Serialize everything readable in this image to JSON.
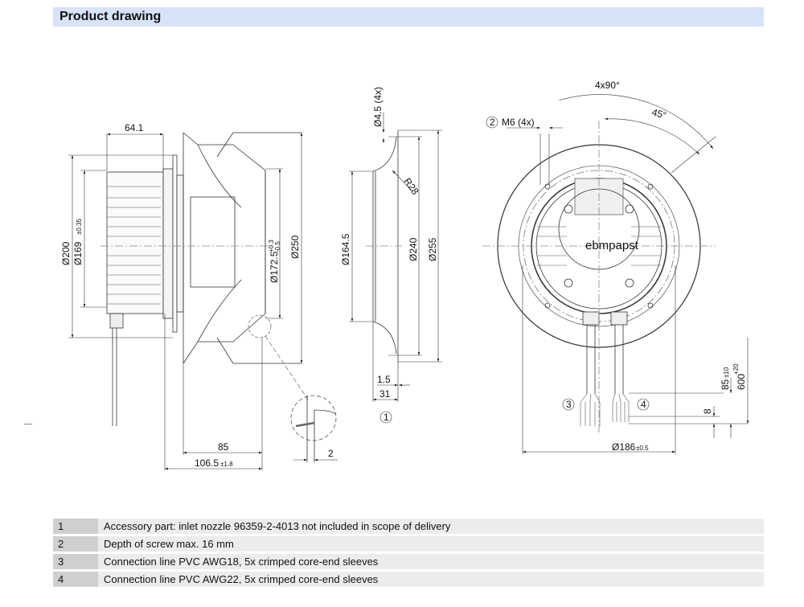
{
  "header": {
    "title": "Product drawing"
  },
  "side_view": {
    "dimensions": {
      "depth_motor": "64.1",
      "dia_outer": "Ø200",
      "dia_mount": "Ø169",
      "dia_mount_tol": "±0.35",
      "dia_inlet": "Ø172.5",
      "dia_inlet_tol_upper": "+0.3",
      "dia_inlet_tol_lower": "-0.5",
      "dia_impeller": "Ø250",
      "length_85": "85",
      "length_total": "106.5",
      "length_total_tol": "±1.8",
      "detail_gap": "2"
    }
  },
  "nozzle_view": {
    "dimensions": {
      "hole": "Ø4.5 (4x)",
      "radius": "R28",
      "dia_inner": "Ø164.5",
      "dia_bolt": "Ø240",
      "dia_outer": "Ø255",
      "thickness": "1.5",
      "depth": "31"
    },
    "callout": "1"
  },
  "front_view": {
    "dimensions": {
      "angle_spacing": "4x90°",
      "angle_offset": "45°",
      "thread": "M6 (4x)",
      "dia_bolt": "Ø186",
      "dia_bolt_tol": "±0.5",
      "cable_strip": "85",
      "cable_strip_tol": "±10",
      "cable_length": "600",
      "cable_length_tol": "+20",
      "sleeve": "8"
    },
    "callouts": {
      "thread": "2",
      "cable_left": "3",
      "cable_right": "4"
    },
    "logo": "ebmpapst"
  },
  "notes": [
    {
      "num": "1",
      "text": "Accessory part: inlet nozzle 96359-2-4013 not included in scope of delivery"
    },
    {
      "num": "2",
      "text": "Depth of screw max. 16 mm"
    },
    {
      "num": "3",
      "text": "Connection line PVC AWG18, 5x crimped core-end sleeves"
    },
    {
      "num": "4",
      "text": "Connection line PVC AWG22, 5x crimped core-end sleeves"
    }
  ]
}
